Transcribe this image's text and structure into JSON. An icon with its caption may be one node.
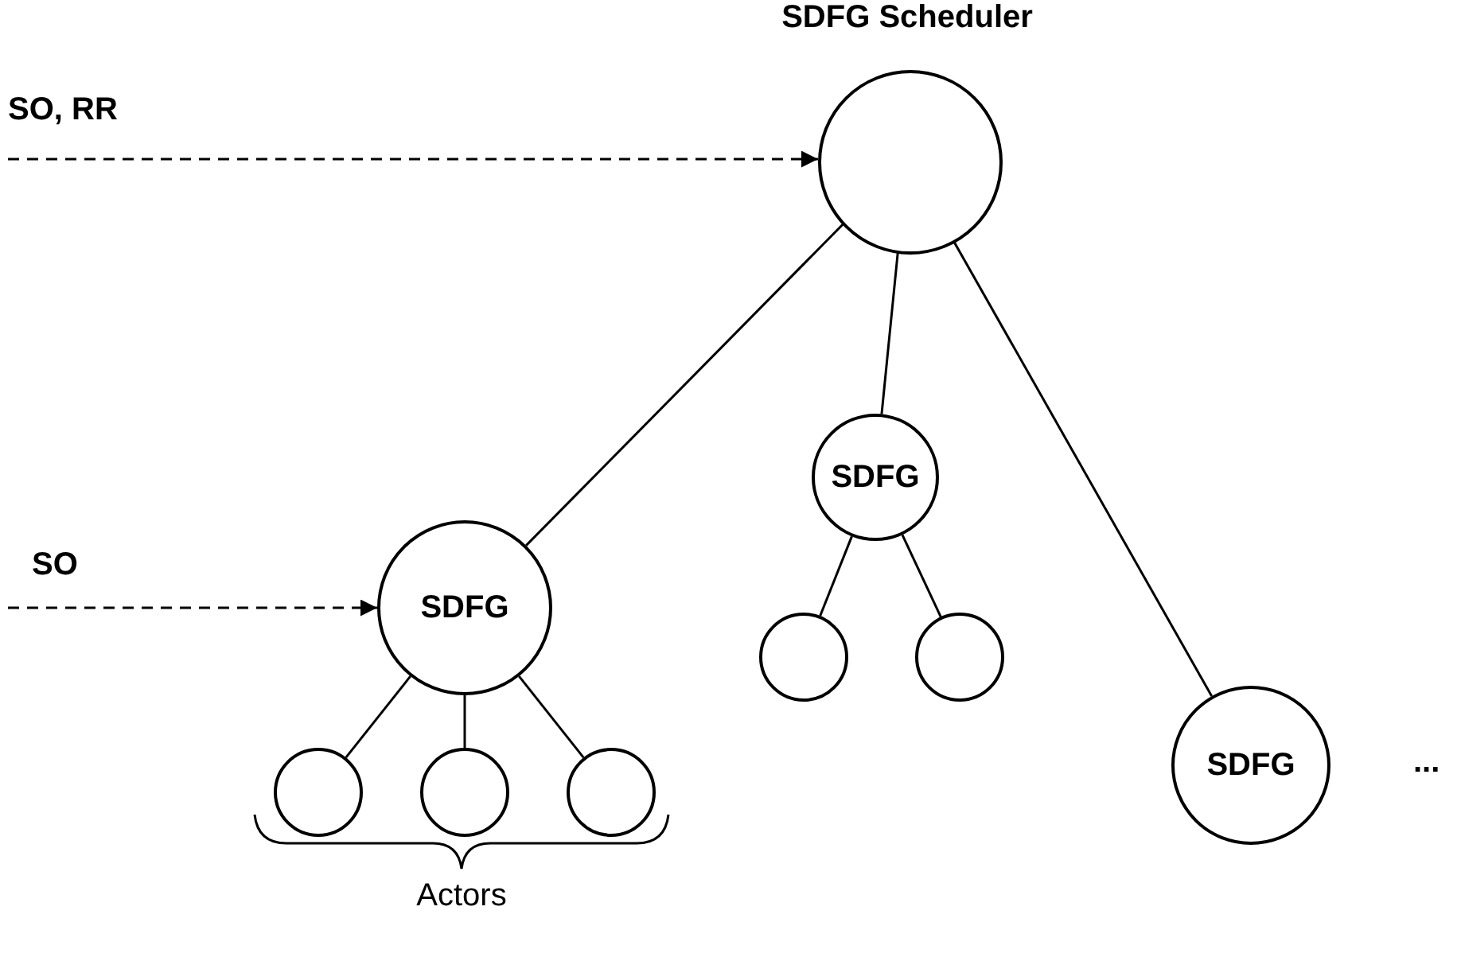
{
  "diagram": {
    "nodes": [
      {
        "text": [
          "SDFG Scheduler"
        ]
      },
      {
        "text": [
          "SO, RR"
        ]
      },
      {
        "text": [
          "SDFG"
        ]
      },
      {
        "text": [
          "SO"
        ]
      },
      {
        "text": [
          "SDFG"
        ]
      },
      {
        "text": [],
        "shape": "circle"
      },
      {
        "text": [],
        "shape": "circle"
      },
      {
        "text": [],
        "shape": "circle"
      },
      {
        "text": [],
        "shape": "circle"
      },
      {
        "text": [],
        "shape": "circle"
      },
      {
        "text": [
          "SDFG"
        ]
      }
    ],
    "edges": [
      {
        "from": 1,
        "to": 0,
        "arrow": "to",
        "style": "dashed"
      },
      {
        "from": 0,
        "to": 4,
        "arrow": "none"
      },
      {
        "from": 0,
        "to": 2,
        "arrow": "none"
      },
      {
        "from": 0,
        "to": 10,
        "arrow": "none"
      },
      {
        "from": 3,
        "to": 4,
        "arrow": "to",
        "style": "dashed"
      },
      {
        "from": 2,
        "to": 5,
        "arrow": "none"
      },
      {
        "from": 2,
        "to": 6,
        "arrow": "none"
      },
      {
        "from": 4,
        "to": 7,
        "arrow": "none"
      },
      {
        "from": 4,
        "to": 8,
        "arrow": "none"
      },
      {
        "from": 4,
        "to": 9,
        "arrow": "none"
      }
    ],
    "labels": [
      "Actors",
      "..."
    ]
  }
}
